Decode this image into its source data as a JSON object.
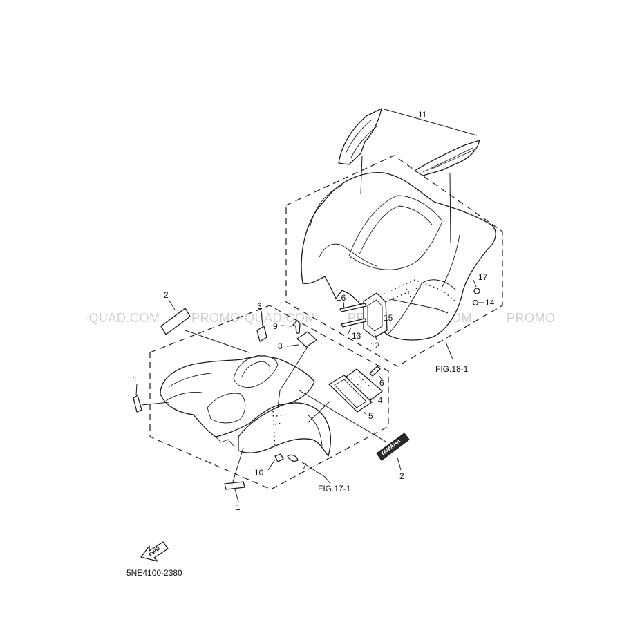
{
  "watermark": {
    "segments": [
      "-QUAD.COM",
      "PROMO-QUAD.COM",
      "PROMO-QUAD.COM",
      "PROMO"
    ]
  },
  "figure_refs": {
    "rear": "FIG.18-1",
    "front": "FIG.17-1"
  },
  "callouts": {
    "n1": "1",
    "n2": "2",
    "n3": "3",
    "n4": "4",
    "n5": "5",
    "n6": "6",
    "n7": "7",
    "n8": "8",
    "n9": "9",
    "n10": "10",
    "n11": "11",
    "n12": "12",
    "n13": "13",
    "n14": "14",
    "n15": "15",
    "n16": "16",
    "n17": "17"
  },
  "decals": {
    "brand": "YAMAHA",
    "direction": "FWD"
  },
  "diagram_code": "5NE4100-2380"
}
